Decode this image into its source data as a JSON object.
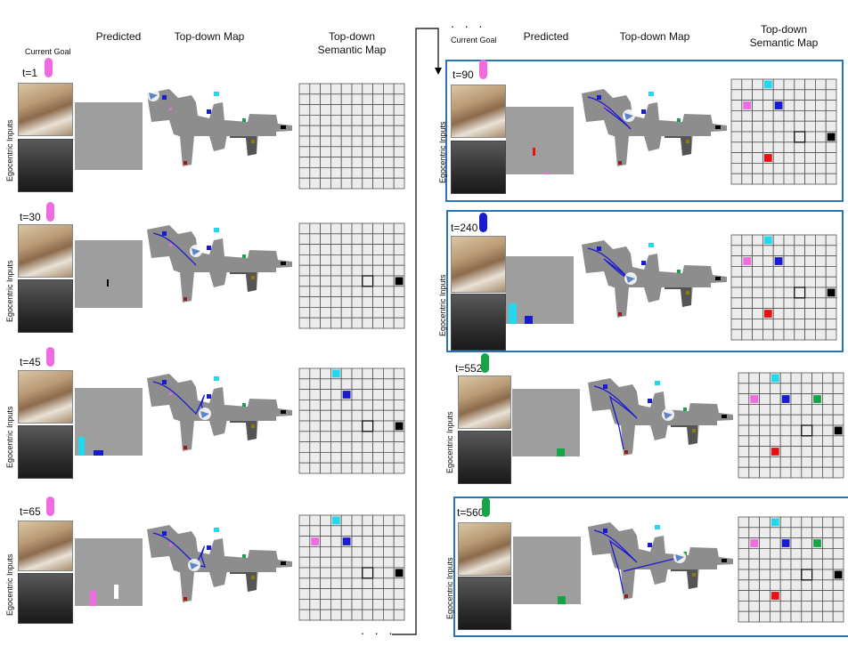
{
  "left_headers": {
    "current_goal": "Current Goal",
    "predicted": "Predicted",
    "topdown": "Top-down Map",
    "semantic": "Top-down\nSemantic Map"
  },
  "right_headers": {
    "current_goal": "Current Goal",
    "predicted": "Predicted",
    "topdown": "Top-down Map",
    "semantic": "Top-down\nSemantic Map"
  },
  "ego_label": "Egocentric Inputs",
  "ellipsis": ". . .",
  "colors": {
    "pink": "#f06be0",
    "blue": "#1a1ad0",
    "green": "#17a347",
    "cyan": "#22d8ef",
    "red": "#e81010",
    "box": "#2a74b5"
  },
  "steps": [
    {
      "t": "t=1",
      "goal_color": "pink"
    },
    {
      "t": "t=30",
      "goal_color": "pink"
    },
    {
      "t": "t=45",
      "goal_color": "pink"
    },
    {
      "t": "t=65",
      "goal_color": "pink"
    },
    {
      "t": "t=90",
      "goal_color": "pink"
    },
    {
      "t": "t=240",
      "goal_color": "blue"
    },
    {
      "t": "t=552",
      "goal_color": "green"
    },
    {
      "t": "t=560",
      "goal_color": "green"
    }
  ]
}
